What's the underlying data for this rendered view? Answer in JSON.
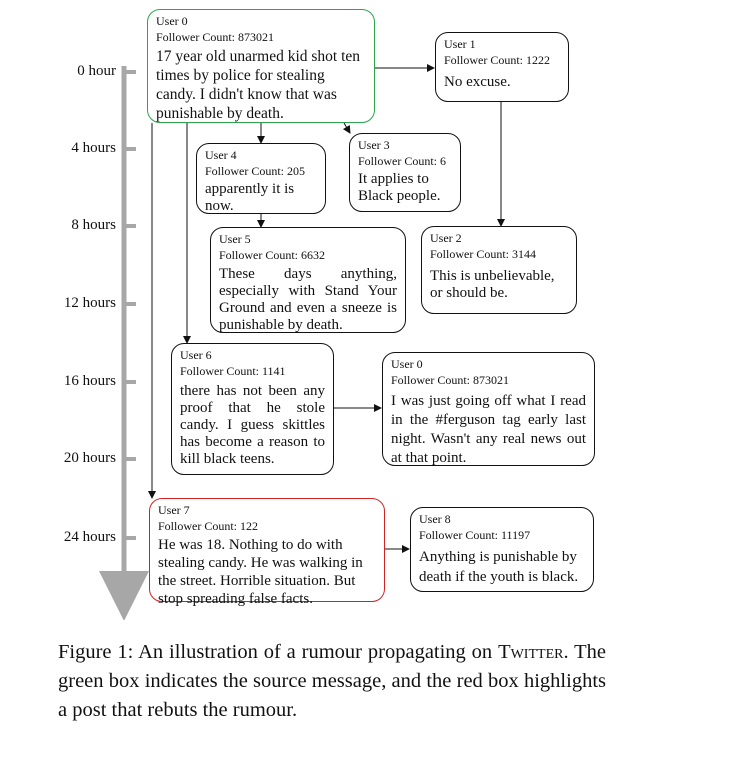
{
  "timeline": {
    "labels": [
      "0 hour",
      "4 hours",
      "8 hours",
      "12 hours",
      "16 hours",
      "20 hours",
      "24 hours"
    ]
  },
  "nodes": {
    "user0_source": {
      "user": "User 0",
      "followers": "Follower Count: 873021",
      "text": "17 year old unarmed kid shot ten times by police for stealing candy. I didn't know that was punishable by death."
    },
    "user1": {
      "user": "User 1",
      "followers": "Follower Count: 1222",
      "text": "No excuse."
    },
    "user4": {
      "user": "User 4",
      "followers": "Follower Count: 205",
      "text": "apparently it is now."
    },
    "user3": {
      "user": "User 3",
      "followers": "Follower Count: 6",
      "text": "It applies to Black people."
    },
    "user5": {
      "user": "User 5",
      "followers": "Follower Count: 6632",
      "text": "These days anything, especially with Stand Your Ground and even a sneeze is punishable by death."
    },
    "user2": {
      "user": "User 2",
      "followers": "Follower Count: 3144",
      "text": "This is unbelievable, or should be."
    },
    "user6": {
      "user": "User 6",
      "followers": "Follower Count: 1141",
      "text": "there has not been any proof that he stole candy. I guess skittles has become a reason to kill black teens."
    },
    "user0_reply": {
      "user": "User 0",
      "followers": "Follower Count: 873021",
      "text": "I was just going off what I read in the #ferguson tag early last night. Wasn't any real news out at that point."
    },
    "user7_rebut": {
      "user": "User 7",
      "followers": "Follower Count: 122",
      "text": "He was 18. Nothing to do with stealing candy. He was walking in the street. Horrible situation. But stop spreading false facts."
    },
    "user8": {
      "user": "User 8",
      "followers": "Follower Count: 11197",
      "text": "Anything is punishable by death if the youth is black."
    }
  },
  "caption": {
    "lead": "Figure 1:   An illustration of a rumour propagating on ",
    "platform": "Twitter",
    "rest": ".  The green box indicates the source message, and the red box highlights a post that rebuts the rumour."
  },
  "colors": {
    "source_border": "#2ea44f",
    "rebut_border": "#d32222",
    "timeline": "#a7a7a7"
  }
}
